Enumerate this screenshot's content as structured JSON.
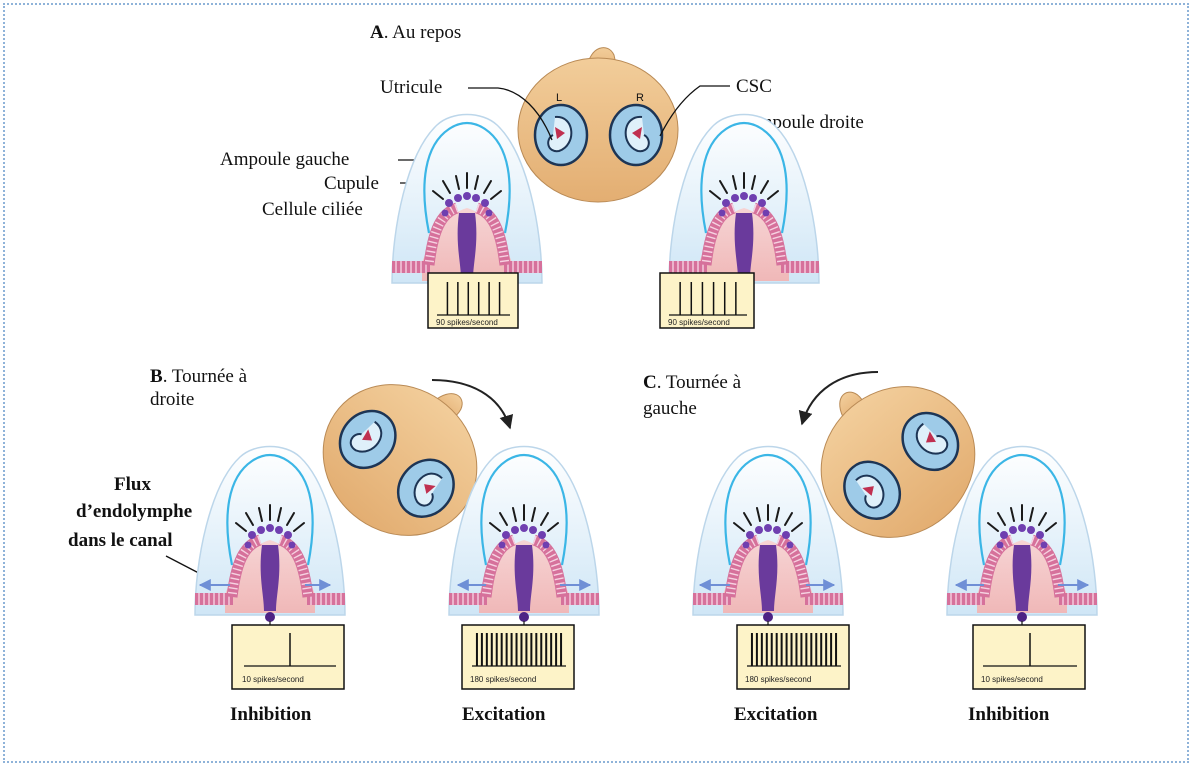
{
  "section_a": {
    "letter": "A",
    "title": ". Au repos",
    "head_left": "L",
    "head_right": "R",
    "labels": {
      "utricule": "Utricule",
      "csc": "CSC",
      "ampoule_droite": "Ampoule droite",
      "ampoule_gauche": "Ampoule gauche",
      "cupule": "Cupule",
      "cellule_ciliee": "Cellule ciliée"
    },
    "left_rate": "90 spikes/second",
    "right_rate": "90 spikes/second",
    "left_spikes": 6,
    "right_spikes": 6
  },
  "section_b": {
    "letter": "B",
    "title_line1": ". Tournée à",
    "title_line2": "droite",
    "flux_line1": "Flux",
    "flux_line2": "d’endolymphe",
    "flux_line3": "dans le canal",
    "left_rate": "10 spikes/second",
    "right_rate": "180 spikes/second",
    "left_spikes": 1,
    "right_spikes": 18,
    "left_caption": "Inhibition",
    "right_caption": "Excitation"
  },
  "section_c": {
    "letter": "C",
    "title_line1": ". Tournée à",
    "title_line2": "gauche",
    "left_rate": "180 spikes/second",
    "right_rate": "10 spikes/second",
    "left_spikes": 18,
    "right_spikes": 1,
    "left_caption": "Excitation",
    "right_caption": "Inhibition"
  }
}
